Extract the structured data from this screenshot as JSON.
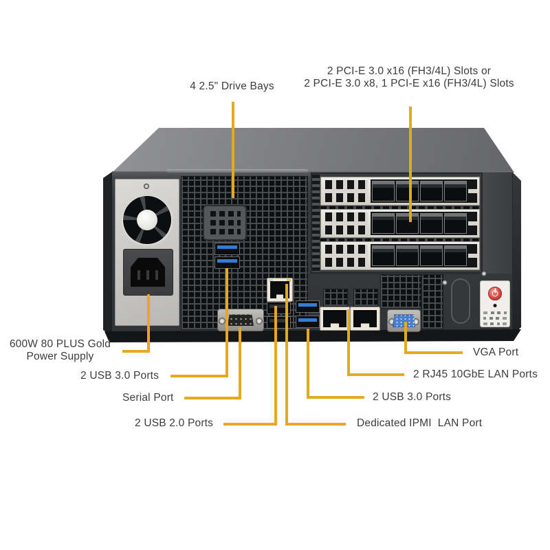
{
  "callouts": {
    "drive_bays": "4 2.5\" Drive Bays",
    "pcie_slots_line1": "2 PCI-E 3.0 x16 (FH3/4L) Slots or",
    "pcie_slots_line2": "2 PCI-E 3.0 x8, 1 PCI-E x16 (FH3/4L) Slots",
    "psu_line1": "600W 80 PLUS Gold",
    "psu_line2": "Power Supply",
    "usb3_left": "2 USB 3.0 Ports",
    "serial": "Serial Port",
    "usb2": "2 USB 2.0 Ports",
    "vga": "VGA Port",
    "lan_10gbe": "2 RJ45 10GbE LAN Ports",
    "usb3_right": "2 USB 3.0 Ports",
    "ipmi": "Dedicated IPMI  LAN Port"
  },
  "colors": {
    "leader_line": "#E6A81C",
    "label_text": "#3C3C3C",
    "usb3_blue": "#2F7FD6",
    "vga_blue": "#4A7FD0",
    "power_red": "#D6453F"
  },
  "icons": {
    "power_button": "power-symbol",
    "fan": "fan-blades",
    "ac_inlet": "c14-power-inlet"
  }
}
